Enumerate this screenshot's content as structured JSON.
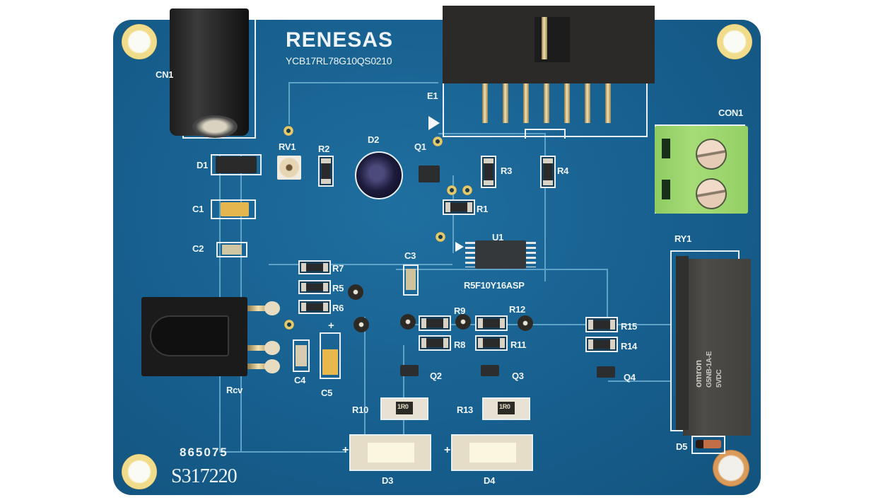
{
  "scene": {
    "type": "photo",
    "subject": "Renesas evaluation PCB (blue solder mask) with IR receiver, relay, terminal block and LEDs",
    "background_color": "#ffffff",
    "board_color": "#175f8e",
    "silkscreen_color": "#eef4f7",
    "pad_color": "#e3c96e"
  },
  "branding": {
    "logo": "RENESAS",
    "part_number": "YCB17RL78G10QS0210"
  },
  "markings": {
    "lot_code": "865075",
    "serial": "S317220",
    "mcu_part": "R5F10Y16ASP"
  },
  "components": {
    "cn1": "CN1",
    "e1": "E1",
    "con1": "CON1",
    "ry1": "RY1",
    "rv1": "RV1",
    "d1": "D1",
    "d2": "D2",
    "d3": "D3",
    "d4": "D4",
    "d5": "D5",
    "q1": "Q1",
    "q2": "Q2",
    "q3": "Q3",
    "q4": "Q4",
    "u1": "U1",
    "c1": "C1",
    "c2": "C2",
    "c3": "C3",
    "c4": "C4",
    "c5": "C5",
    "r1": "R1",
    "r2": "R2",
    "r3": "R3",
    "r4": "R4",
    "r5": "R5",
    "r6": "R6",
    "r7": "R7",
    "r8": "R8",
    "r9": "R9",
    "r10": "R10",
    "r11": "R11",
    "r12": "R12",
    "r13": "R13",
    "r14": "R14",
    "r15": "R15",
    "rcv": "Rcv",
    "plus": "+",
    "r10_marking": "1R0",
    "r13_marking": "1R0"
  },
  "relay": {
    "brand": "omron",
    "model": "G5NB-1A-E",
    "coil": "5VDC"
  }
}
